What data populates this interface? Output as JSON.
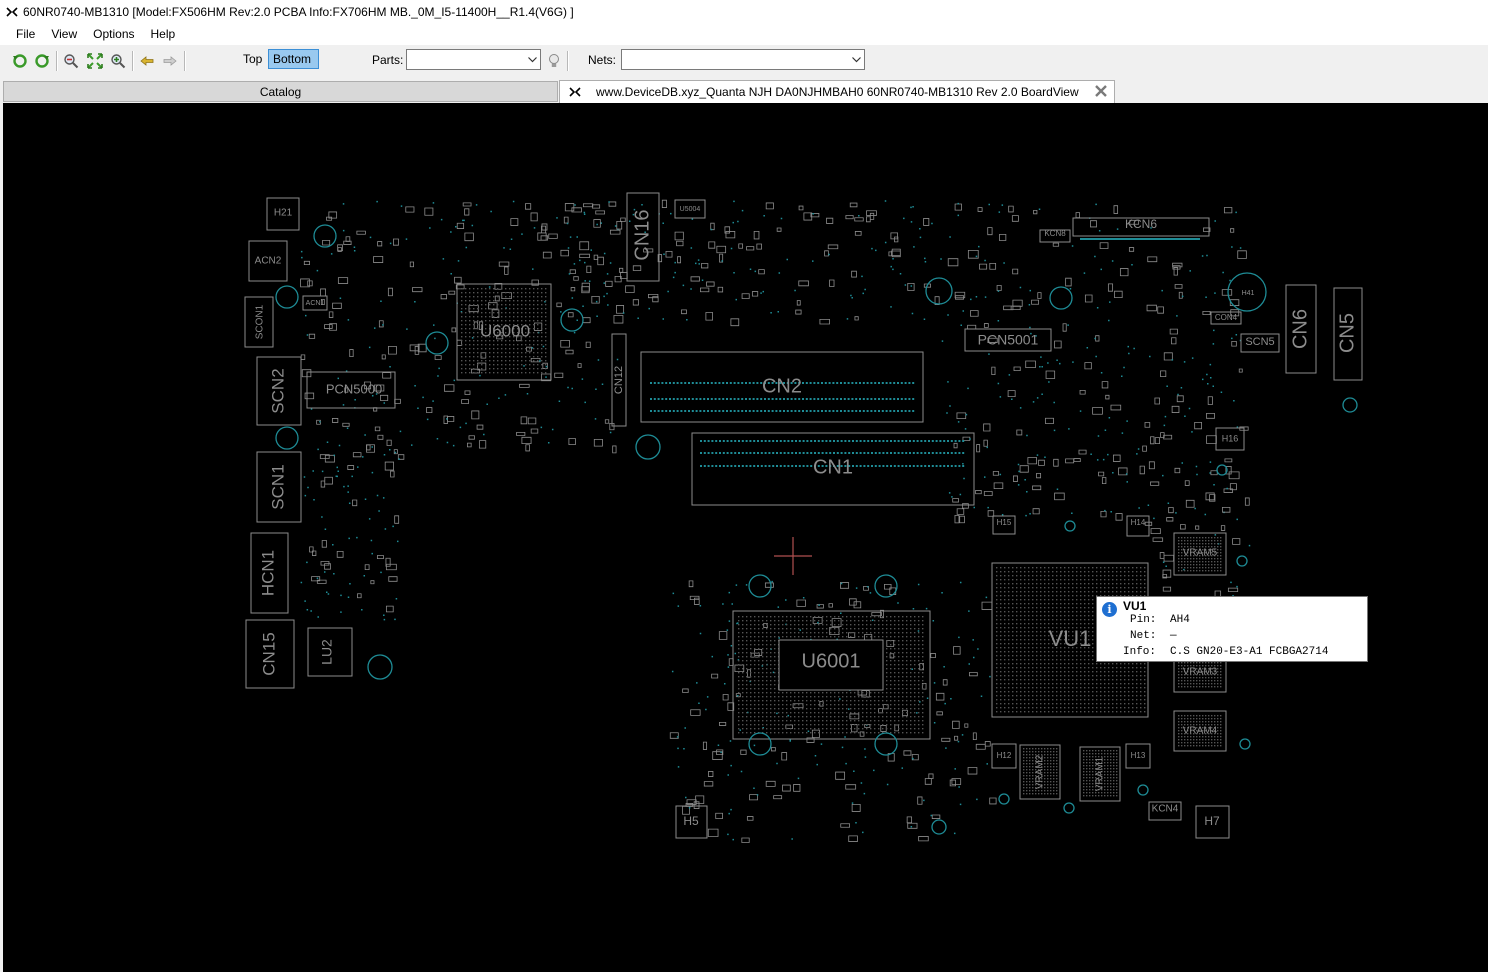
{
  "window": {
    "title": "60NR0740-MB1310 [Model:FX506HM  Rev:2.0 PCBA Info:FX706HM MB._0M_I5-11400H__R1.4(V6G) ]"
  },
  "menu": [
    "File",
    "View",
    "Options",
    "Help"
  ],
  "toolbar": {
    "side_top": "Top",
    "side_bottom": "Bottom",
    "active_side": "Bottom",
    "parts_label": "Parts:",
    "parts_value": "",
    "nets_label": "Nets:",
    "nets_value": ""
  },
  "tabs": {
    "catalog": "Catalog",
    "board": "www.DeviceDB.xyz_Quanta NJH DA0NJHMBAH0 60NR0740-MB1310 Rev 2.0 BoardView"
  },
  "board": {
    "labels": [
      "H21",
      "ACN2",
      "ACN1",
      "SCON1",
      "SCN2",
      "PCN5000",
      "SCN1",
      "HCN1",
      "CN15",
      "LU2",
      "U6000",
      "CN16",
      "U5004",
      "CN12",
      "CN2",
      "CN1",
      "PCN5001",
      "KCN6",
      "KCN8",
      "H41",
      "CON4",
      "SCN5",
      "CN6",
      "CN5",
      "H16",
      "VRAM5",
      "VRAM3",
      "VRAM4",
      "VU1",
      "U6001",
      "H15",
      "H14",
      "VRAM2",
      "VRAM1",
      "H12",
      "H13",
      "KCN4",
      "H5",
      "H7"
    ],
    "colors": {
      "background": "#000000",
      "outline": "#8c8c8c",
      "via": "#1e8c96",
      "cursor": "#b05050"
    }
  },
  "tooltip": {
    "title": "VU1",
    "pin_label": "Pin:",
    "pin": "AH4",
    "net_label": "Net:",
    "net": "—",
    "info_label": "Info:",
    "info": "C.S GN20-E3-A1 FCBGA2714"
  }
}
